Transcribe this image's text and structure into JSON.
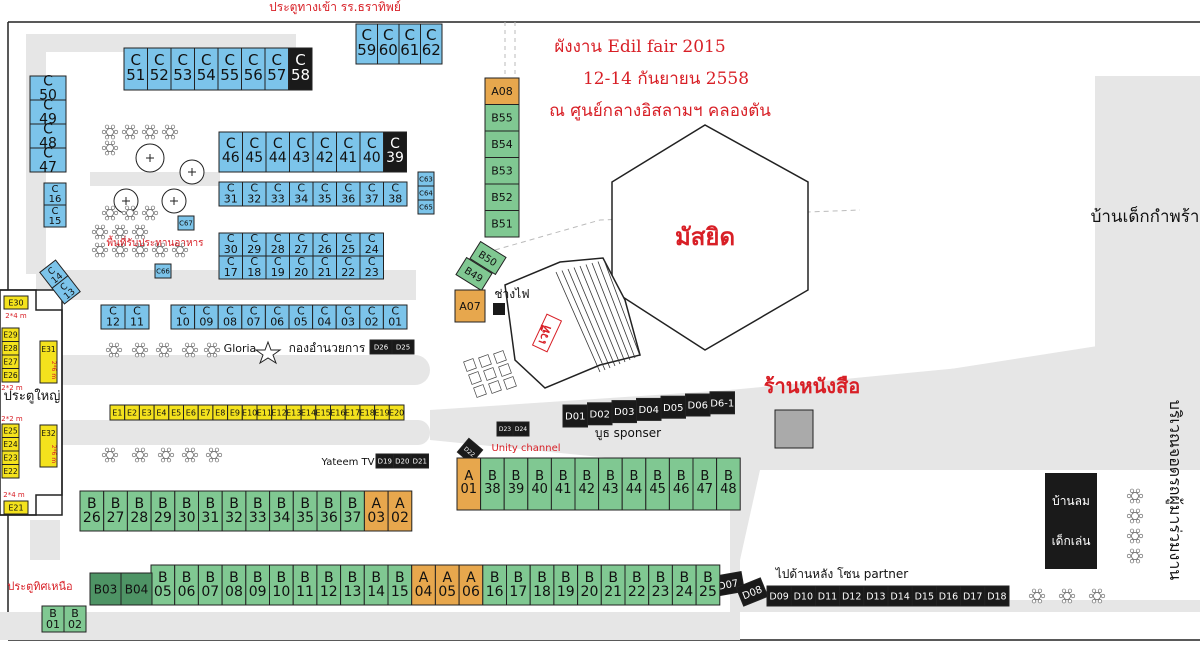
{
  "colors": {
    "blue": "#7cc4ea",
    "green": "#80c892",
    "dark_green": "#4e9465",
    "orange": "#e7a74d",
    "yellow": "#f4e21d",
    "black": "#1a1a1a",
    "road": "#e6e6e6",
    "line": "#222222",
    "red": "#d81f26"
  },
  "labels": {
    "entrance_north": "ประตูทางเข้า รร.ธราทิพย์",
    "title_1": "ผังงาน Edil fair 2015",
    "title_2": "12-14 กันยายน 2558",
    "title_3": "ณ ศูนย์กลางอิสลามฯ คลองตัน",
    "mosque": "มัสยิด",
    "orphanage": "บ้านเด็กกำพร้า",
    "food_area": "พื้นที่รับประทานอาหาร",
    "electrician": "ช่างไฟ",
    "stage": "เวที",
    "bookstore": "ร้านหนังสือ",
    "gloria": "Gloria",
    "committee": "กองอำนวยการ",
    "main_gate": "ประตูใหญ่",
    "booth_sponsor": "บูธ sponser",
    "unity_channel": "Unity channel",
    "yateem_tv": "Yateem TV",
    "back_partner": "ไปด้านหลัง โซน partner",
    "bouncy_1": "บ้านลม",
    "bouncy_2": "เด็กเล่น",
    "parking": "บริเวณจอดรถผู้มาร่วมงาน",
    "north_gate": "ประตูทิศเหนือ",
    "size_2x4": "2*4 m",
    "size_2m": "2*2 m",
    "size_26": "2*6 m"
  },
  "booths": {
    "c_row_51": [
      {
        "p": "",
        "n": "51"
      },
      {
        "p": "",
        "n": "52"
      },
      {
        "p": "",
        "n": "53"
      },
      {
        "p": "",
        "n": "54"
      },
      {
        "p": "",
        "n": "55"
      },
      {
        "p": "",
        "n": "56"
      },
      {
        "p": "",
        "n": "57"
      }
    ],
    "c_58": {
      "p": "",
      "n": "58"
    },
    "c_row_59": [
      {
        "p": "",
        "n": "59"
      },
      {
        "p": "",
        "n": "60"
      },
      {
        "p": "",
        "n": "61"
      },
      {
        "p": "",
        "n": "62"
      }
    ],
    "c_col_47": [
      {
        "p": "",
        "n": "50"
      },
      {
        "p": "",
        "n": "49"
      },
      {
        "p": "",
        "n": "48"
      },
      {
        "p": "",
        "n": "47"
      }
    ],
    "c_row_46": [
      {
        "p": "",
        "n": "46"
      },
      {
        "p": "",
        "n": "45"
      },
      {
        "p": "",
        "n": "44"
      },
      {
        "p": "",
        "n": "43"
      },
      {
        "p": "",
        "n": "42"
      },
      {
        "p": "",
        "n": "41"
      },
      {
        "p": "",
        "n": "40"
      }
    ],
    "c_39": {
      "p": "",
      "n": "39"
    },
    "c_row_31": [
      {
        "p": "C",
        "n": "31"
      },
      {
        "p": "C",
        "n": "32"
      },
      {
        "p": "C",
        "n": "33"
      },
      {
        "p": "C",
        "n": "34"
      },
      {
        "p": "C",
        "n": "35"
      },
      {
        "p": "C",
        "n": "36"
      },
      {
        "p": "C",
        "n": "37"
      },
      {
        "p": "C",
        "n": "38"
      }
    ],
    "c_small": [
      "C63",
      "C64",
      "C65"
    ],
    "c_row_30": [
      {
        "p": "C",
        "n": "30"
      },
      {
        "p": "C",
        "n": "29"
      },
      {
        "p": "C",
        "n": "28"
      },
      {
        "p": "C",
        "n": "27"
      },
      {
        "p": "C",
        "n": "26"
      },
      {
        "p": "C",
        "n": "25"
      },
      {
        "p": "C",
        "n": "24"
      }
    ],
    "c_row_17": [
      {
        "p": "C",
        "n": "17"
      },
      {
        "p": "C",
        "n": "18"
      },
      {
        "p": "C",
        "n": "19"
      },
      {
        "p": "C",
        "n": "20"
      },
      {
        "p": "C",
        "n": "21"
      },
      {
        "p": "C",
        "n": "22"
      },
      {
        "p": "C",
        "n": "23"
      }
    ],
    "c_col_16": [
      {
        "p": "C",
        "n": "16"
      },
      {
        "p": "C",
        "n": "15"
      }
    ],
    "c_67": "C67",
    "c_66": "C66",
    "c_14_13": [
      {
        "p": "C",
        "n": "14"
      },
      {
        "p": "C",
        "n": "13"
      }
    ],
    "c_row_12": [
      {
        "p": "C",
        "n": "12"
      },
      {
        "p": "C",
        "n": "11"
      }
    ],
    "c_row_10": [
      {
        "p": "C",
        "n": "10"
      },
      {
        "p": "C",
        "n": "09"
      },
      {
        "p": "C",
        "n": "08"
      },
      {
        "p": "C",
        "n": "07"
      },
      {
        "p": "C",
        "n": "06"
      },
      {
        "p": "C",
        "n": "05"
      },
      {
        "p": "C",
        "n": "04"
      },
      {
        "p": "C",
        "n": "03"
      },
      {
        "p": "C",
        "n": "02"
      },
      {
        "p": "C",
        "n": "01"
      }
    ],
    "b_col": [
      {
        "n": "A08",
        "c": "orange"
      },
      {
        "n": "B55",
        "c": "green"
      },
      {
        "n": "B54",
        "c": "green"
      },
      {
        "n": "B53",
        "c": "green"
      },
      {
        "n": "B52",
        "c": "green"
      },
      {
        "n": "B51",
        "c": "green"
      }
    ],
    "b_50": "B50",
    "b_49": "B49",
    "a_07": "A07",
    "d_top": [
      "D26",
      "D25"
    ],
    "e_row": [
      "E1",
      "E2",
      "E3",
      "E4",
      "E5",
      "E6",
      "E7",
      "E8",
      "E9",
      "E10",
      "E11",
      "E12",
      "E13",
      "E14",
      "E15",
      "E16",
      "E17",
      "E18",
      "E19",
      "E20"
    ],
    "e_left_top": [
      "E29",
      "E28",
      "E27",
      "E26"
    ],
    "e_left_bottom": [
      "E25",
      "E24",
      "E23",
      "E22"
    ],
    "e_30": "E30",
    "e_31": "E31",
    "e_32": "E32",
    "e_21": "E21",
    "d_row": [
      "D01",
      "D02",
      "D03",
      "D04",
      "D05",
      "D06",
      "D6-1"
    ],
    "d_23_24": [
      "D23",
      "D24"
    ],
    "d_22": "D22",
    "d_yateem": [
      "D19",
      "D20",
      "D21"
    ],
    "b_row_38": [
      {
        "p": "A",
        "n": "01",
        "c": "orange"
      },
      {
        "p": "B",
        "n": "38",
        "c": "green"
      },
      {
        "p": "B",
        "n": "39",
        "c": "green"
      },
      {
        "p": "B",
        "n": "40",
        "c": "green"
      },
      {
        "p": "B",
        "n": "41",
        "c": "green"
      },
      {
        "p": "B",
        "n": "42",
        "c": "green"
      },
      {
        "p": "B",
        "n": "43",
        "c": "green"
      },
      {
        "p": "B",
        "n": "44",
        "c": "green"
      },
      {
        "p": "B",
        "n": "45",
        "c": "green"
      },
      {
        "p": "B",
        "n": "46",
        "c": "green"
      },
      {
        "p": "B",
        "n": "47",
        "c": "green"
      },
      {
        "p": "B",
        "n": "48",
        "c": "green"
      }
    ],
    "b_row_26": [
      {
        "p": "B",
        "n": "26",
        "c": "green"
      },
      {
        "p": "B",
        "n": "27",
        "c": "green"
      },
      {
        "p": "B",
        "n": "28",
        "c": "green"
      },
      {
        "p": "B",
        "n": "29",
        "c": "green"
      },
      {
        "p": "B",
        "n": "30",
        "c": "green"
      },
      {
        "p": "B",
        "n": "31",
        "c": "green"
      },
      {
        "p": "B",
        "n": "32",
        "c": "green"
      },
      {
        "p": "B",
        "n": "33",
        "c": "green"
      },
      {
        "p": "B",
        "n": "34",
        "c": "green"
      },
      {
        "p": "B",
        "n": "35",
        "c": "green"
      },
      {
        "p": "B",
        "n": "36",
        "c": "green"
      },
      {
        "p": "B",
        "n": "37",
        "c": "green"
      },
      {
        "p": "A",
        "n": "03",
        "c": "orange"
      },
      {
        "p": "A",
        "n": "02",
        "c": "orange"
      }
    ],
    "b_row_bottom": [
      {
        "p": "B",
        "n": "05",
        "c": "green"
      },
      {
        "p": "B",
        "n": "06",
        "c": "green"
      },
      {
        "p": "B",
        "n": "07",
        "c": "green"
      },
      {
        "p": "B",
        "n": "08",
        "c": "green"
      },
      {
        "p": "B",
        "n": "09",
        "c": "green"
      },
      {
        "p": "B",
        "n": "10",
        "c": "green"
      },
      {
        "p": "B",
        "n": "11",
        "c": "green"
      },
      {
        "p": "B",
        "n": "12",
        "c": "green"
      },
      {
        "p": "B",
        "n": "13",
        "c": "green"
      },
      {
        "p": "B",
        "n": "14",
        "c": "green"
      },
      {
        "p": "B",
        "n": "15",
        "c": "green"
      },
      {
        "p": "A",
        "n": "04",
        "c": "orange"
      },
      {
        "p": "A",
        "n": "05",
        "c": "orange"
      },
      {
        "p": "A",
        "n": "06",
        "c": "orange"
      },
      {
        "p": "B",
        "n": "16",
        "c": "green"
      },
      {
        "p": "B",
        "n": "17",
        "c": "green"
      },
      {
        "p": "B",
        "n": "18",
        "c": "green"
      },
      {
        "p": "B",
        "n": "19",
        "c": "green"
      },
      {
        "p": "B",
        "n": "20",
        "c": "green"
      },
      {
        "p": "B",
        "n": "21",
        "c": "green"
      },
      {
        "p": "B",
        "n": "22",
        "c": "green"
      },
      {
        "p": "B",
        "n": "23",
        "c": "green"
      },
      {
        "p": "B",
        "n": "24",
        "c": "green"
      },
      {
        "p": "B",
        "n": "25",
        "c": "green"
      }
    ],
    "b_03_04": [
      "B03",
      "B04"
    ],
    "b_01_02": [
      {
        "p": "B",
        "n": "01"
      },
      {
        "p": "B",
        "n": "02"
      }
    ],
    "d_07": "D07",
    "d_08": "D08",
    "d_bottom": [
      "D09",
      "D10",
      "D11",
      "D12",
      "D13",
      "D14",
      "D15",
      "D16",
      "D17",
      "D18"
    ]
  }
}
